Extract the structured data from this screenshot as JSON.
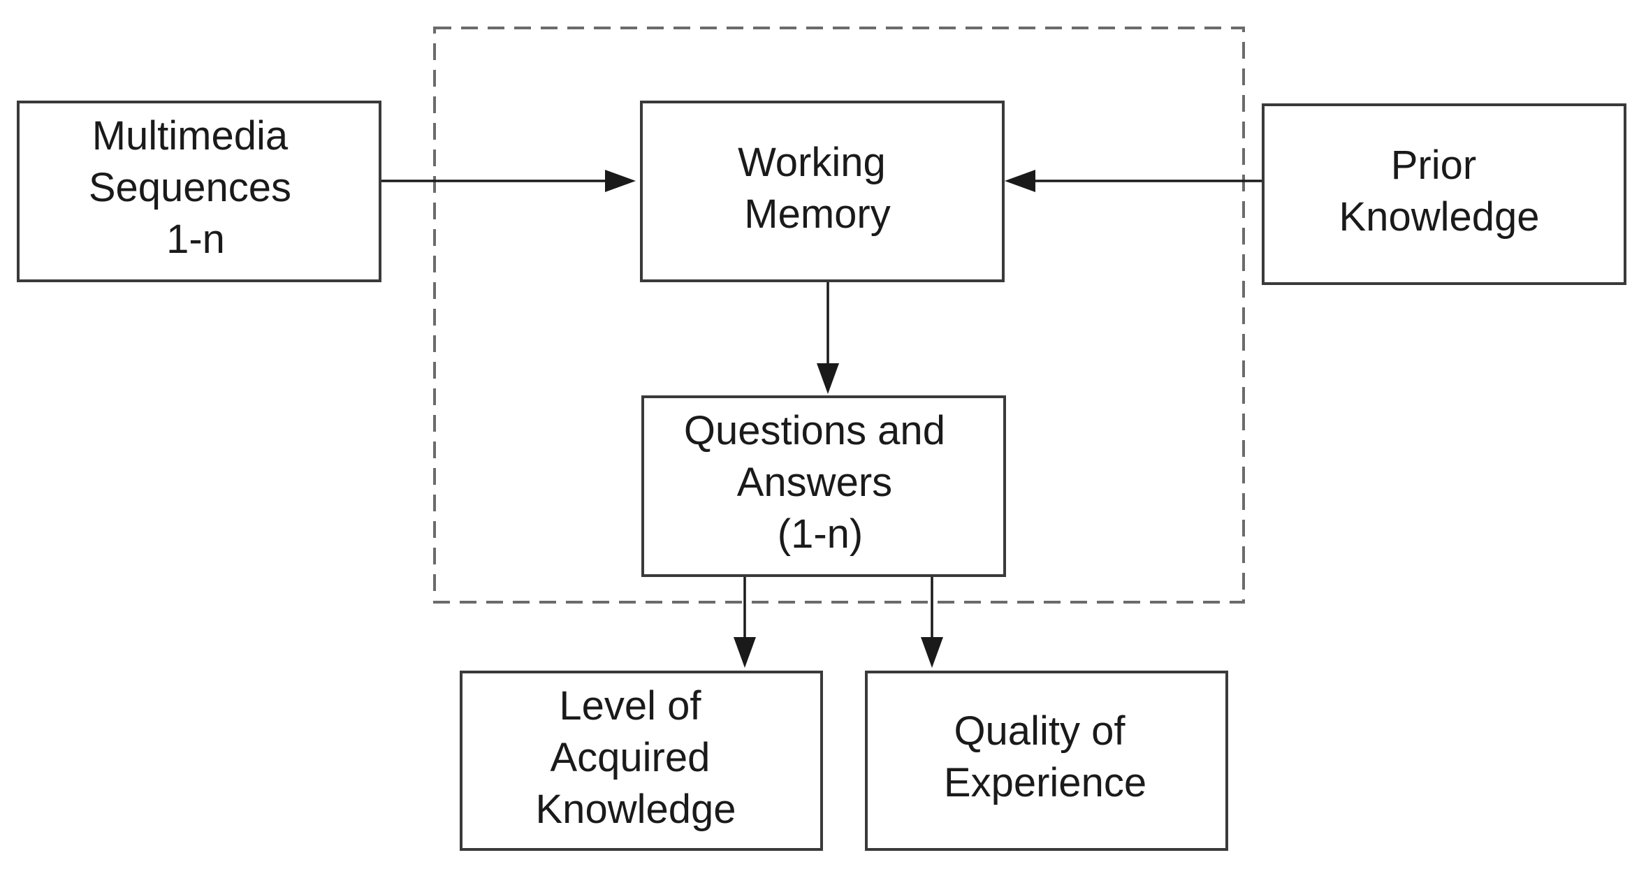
{
  "diagram": {
    "nodes": {
      "multimedia_sequences": {
        "lines": [
          "Multimedia",
          "Sequences",
          "1-n"
        ]
      },
      "working_memory": {
        "lines": [
          "Working",
          "Memory"
        ]
      },
      "prior_knowledge": {
        "lines": [
          "Prior",
          "Knowledge"
        ]
      },
      "questions_answers": {
        "lines": [
          "Questions and",
          "Answers",
          "(1-n)"
        ]
      },
      "level_acquired_knowledge": {
        "lines": [
          "Level of",
          "Acquired",
          "Knowledge"
        ]
      },
      "quality_experience": {
        "lines": [
          "Quality of",
          "Experience"
        ]
      }
    },
    "edges": [
      {
        "from": "multimedia_sequences",
        "to": "working_memory"
      },
      {
        "from": "prior_knowledge",
        "to": "working_memory"
      },
      {
        "from": "working_memory",
        "to": "questions_answers"
      },
      {
        "from": "questions_answers",
        "to": "level_acquired_knowledge"
      },
      {
        "from": "questions_answers",
        "to": "quality_experience"
      }
    ],
    "colors": {
      "box_stroke": "#3a3a3a",
      "dashed_frame": "#6b6b6b",
      "arrow": "#1a1a1a",
      "text": "#1a1a1a"
    }
  }
}
